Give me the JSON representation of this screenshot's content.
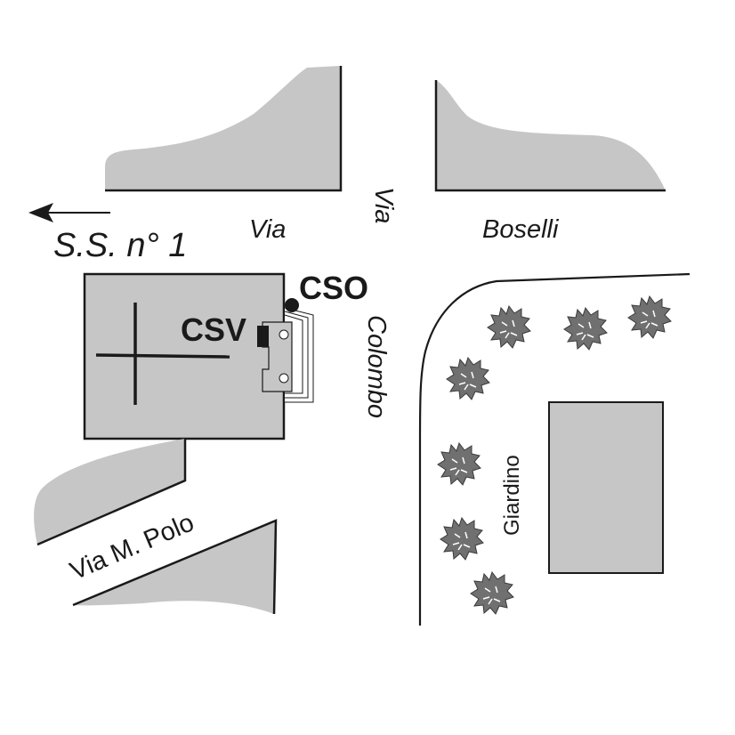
{
  "labels": {
    "road_ss1": "S.S. n° 1",
    "street_via": "Via",
    "street_via_vertical": "Via",
    "street_boselli": "Boselli",
    "street_colombo": "Colombo",
    "street_mpolo": "Via M. Polo",
    "marker_cso": "CSO",
    "marker_csv": "CSV",
    "area_giardino": "Giardino"
  },
  "colors": {
    "block_fill": "#c6c6c6",
    "line": "#1a1a1a",
    "tree_fill": "#707070"
  },
  "icons": {
    "direction": "arrow-left-icon",
    "tree": "tree-icon",
    "marker_point": "dot-marker-icon"
  }
}
